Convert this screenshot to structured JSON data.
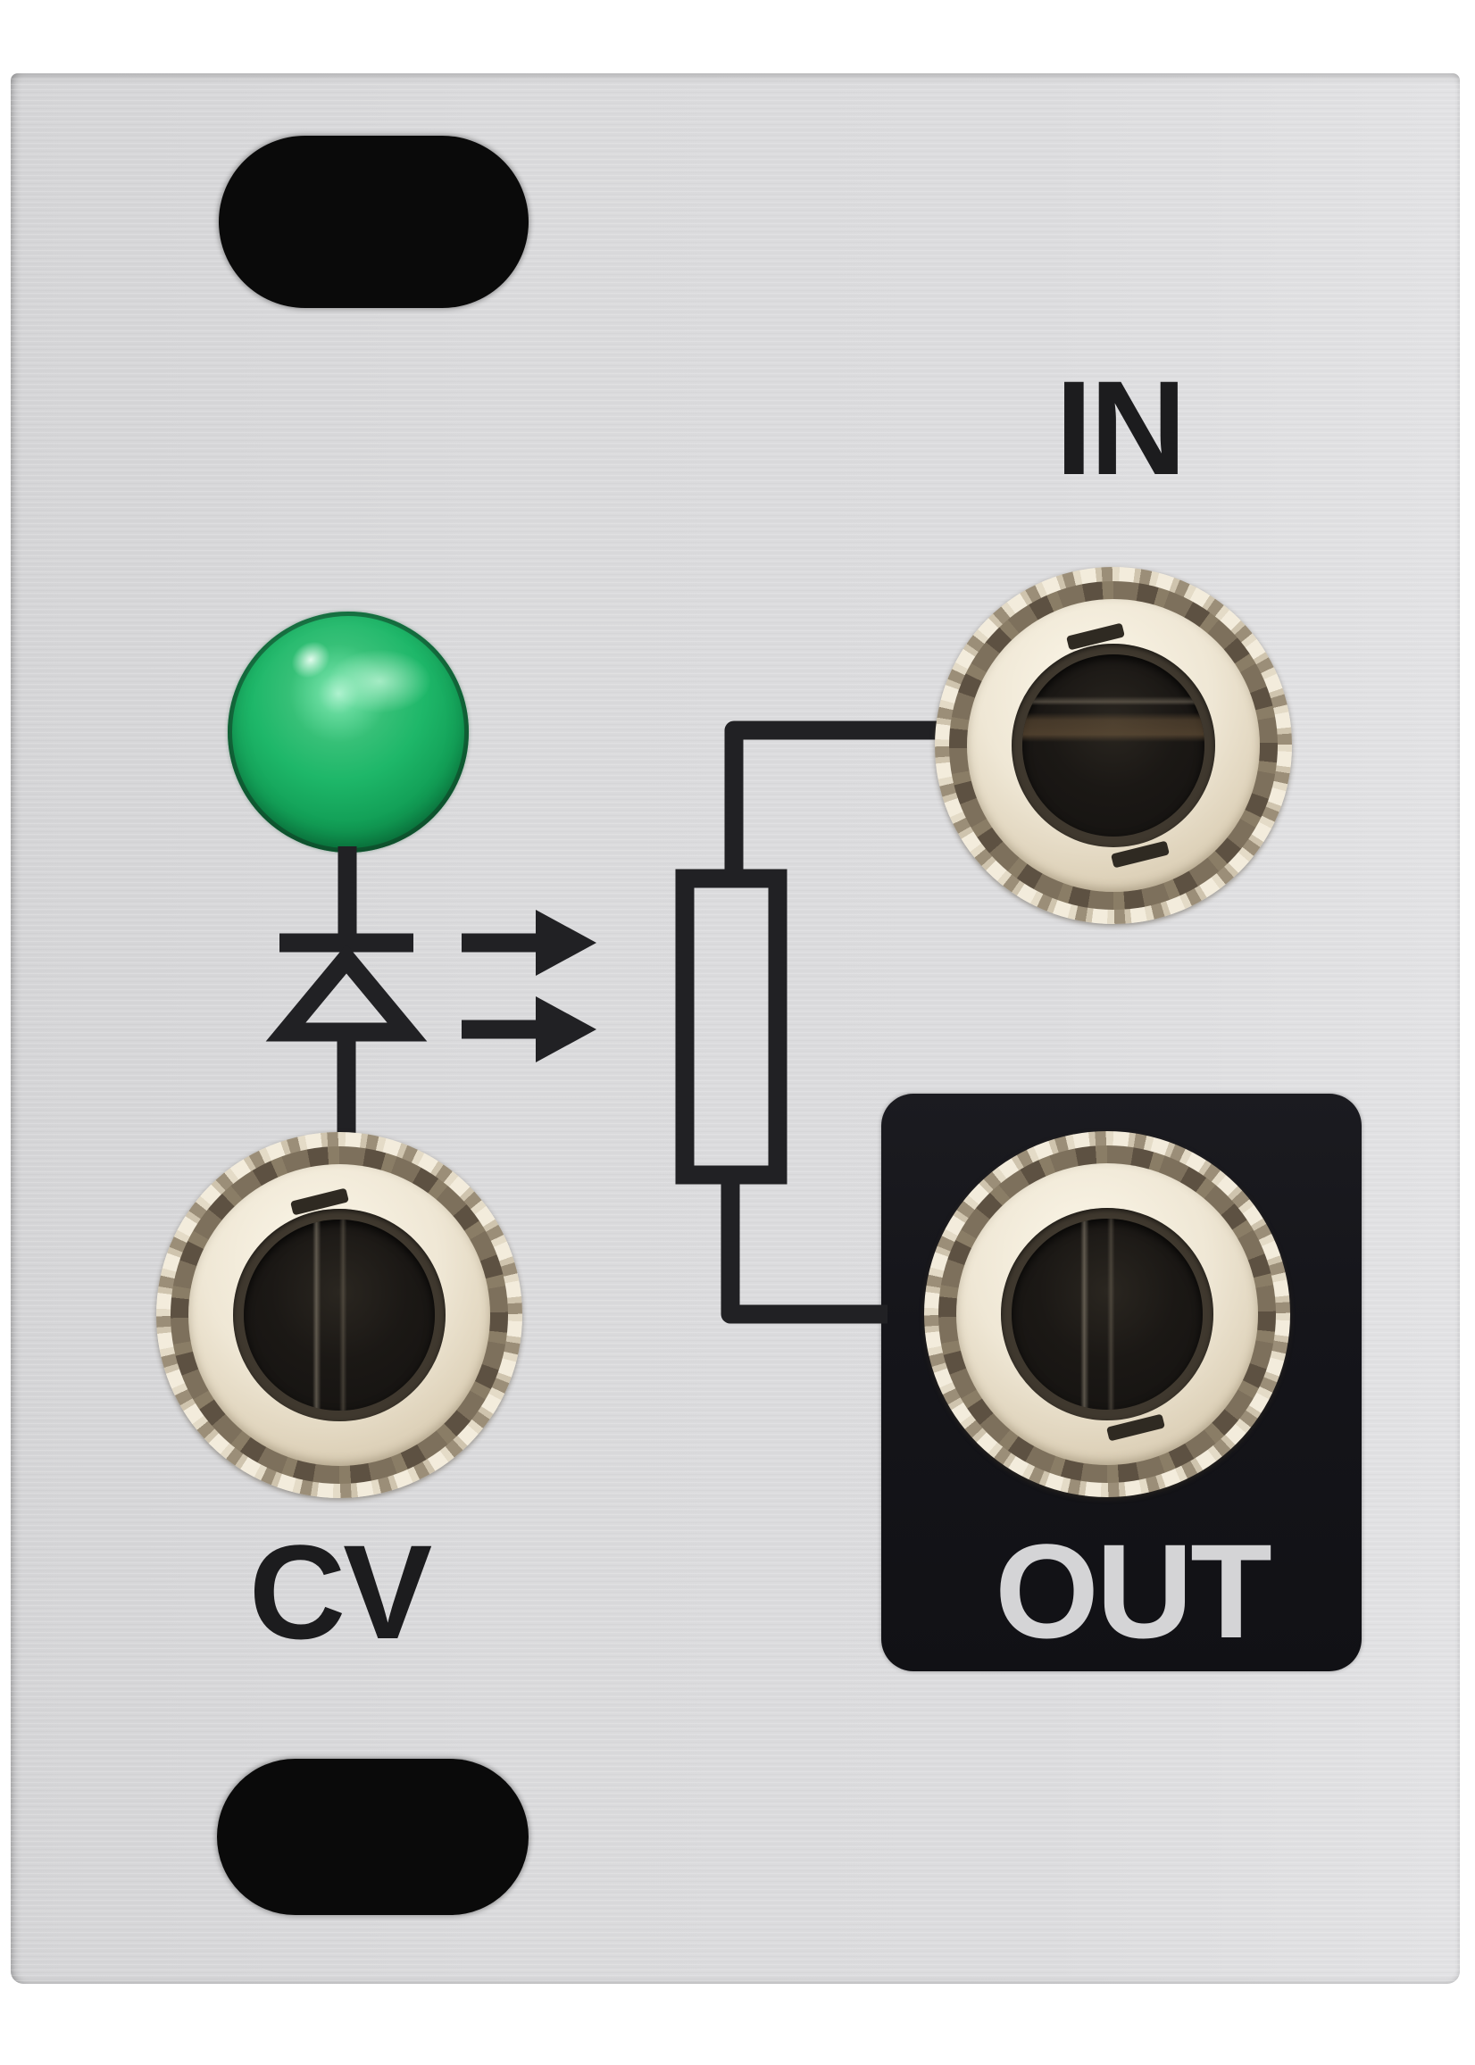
{
  "labels": {
    "in": "IN",
    "cv": "CV",
    "out": "OUT"
  },
  "icons": {
    "led": "green-led-indicator",
    "diode_symbol": "led-diode-schematic-icon",
    "arrows": "light-emission-arrows-icon",
    "resistor_symbol": "photoresistor-schematic-icon",
    "slot_top": "mounting-slot",
    "slot_bottom": "mounting-slot",
    "in_jack": "audio-jack-socket",
    "cv_jack": "audio-jack-socket",
    "out_jack": "audio-jack-socket"
  },
  "colors": {
    "page_bg": "#ffffff",
    "panel": "#dadadc",
    "schematic": "#212124",
    "label_black": "#1c1c1e",
    "led_green": "#1eb769",
    "led_rim": "#0a5f33",
    "out_box": "#15151a",
    "out_label": "#d4d4d6",
    "jack_teeth_light": "#f3ecdc",
    "jack_teeth_dark": "#9b8e78",
    "jack_ring_bright": "#efe7d5",
    "jack_inner_ring": "#3f382e",
    "jack_hole": "#141210",
    "slot": "#0a0a0a"
  }
}
